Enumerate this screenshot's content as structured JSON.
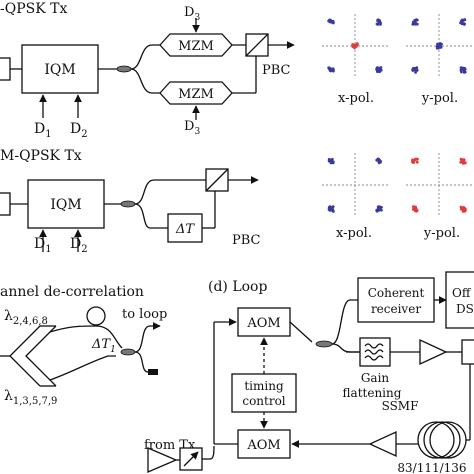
{
  "panel_a": {
    "title": "-QPSK Tx",
    "iqm": "IQM",
    "d1": "D",
    "d1_sub": "1",
    "d2": "D",
    "d2_sub": "2",
    "d3_top": "D",
    "d3_top_sub": "3",
    "d3_bottom": "D",
    "d3_bottom_sub": "3",
    "mzm_top": "MZM",
    "mzm_bottom": "MZM",
    "pbc": "PBC",
    "xpol": "x-pol.",
    "ypol": "y-pol."
  },
  "panel_b": {
    "title": "M-QPSK Tx",
    "iqm": "IQM",
    "d1": "D",
    "d1_sub": "1",
    "d2": "D",
    "d2_sub": "2",
    "delay": "ΔT",
    "pbc": "PBC",
    "xpol": "x-pol.",
    "ypol": "y-pol."
  },
  "panel_c": {
    "title": "annel de-correlation",
    "lambda_even": "λ",
    "lambda_even_sub": "2,4,6,8",
    "lambda_odd": "λ",
    "lambda_odd_sub": "1,3,5,7,9",
    "delay": "ΔT",
    "delay_sub": "1",
    "to_loop": "to loop"
  },
  "panel_d": {
    "title": "(d) Loop",
    "aom_top": "AOM",
    "aom_bottom": "AOM",
    "timing_line1": "timing",
    "timing_line2": "control",
    "coherent_line1": "Coherent",
    "coherent_line2": "receiver",
    "offline_line1": "Off",
    "offline_line2": "DS",
    "gain_line1": "Gain",
    "gain_line2": "flattening",
    "ssmf": "SSMF",
    "ssmf_lengths": "83/111/136",
    "from_tx": "from Tx"
  },
  "colors": {
    "blue_points": "#3a3a9e",
    "red_points": "#e23a3a",
    "ink": "#111111"
  }
}
